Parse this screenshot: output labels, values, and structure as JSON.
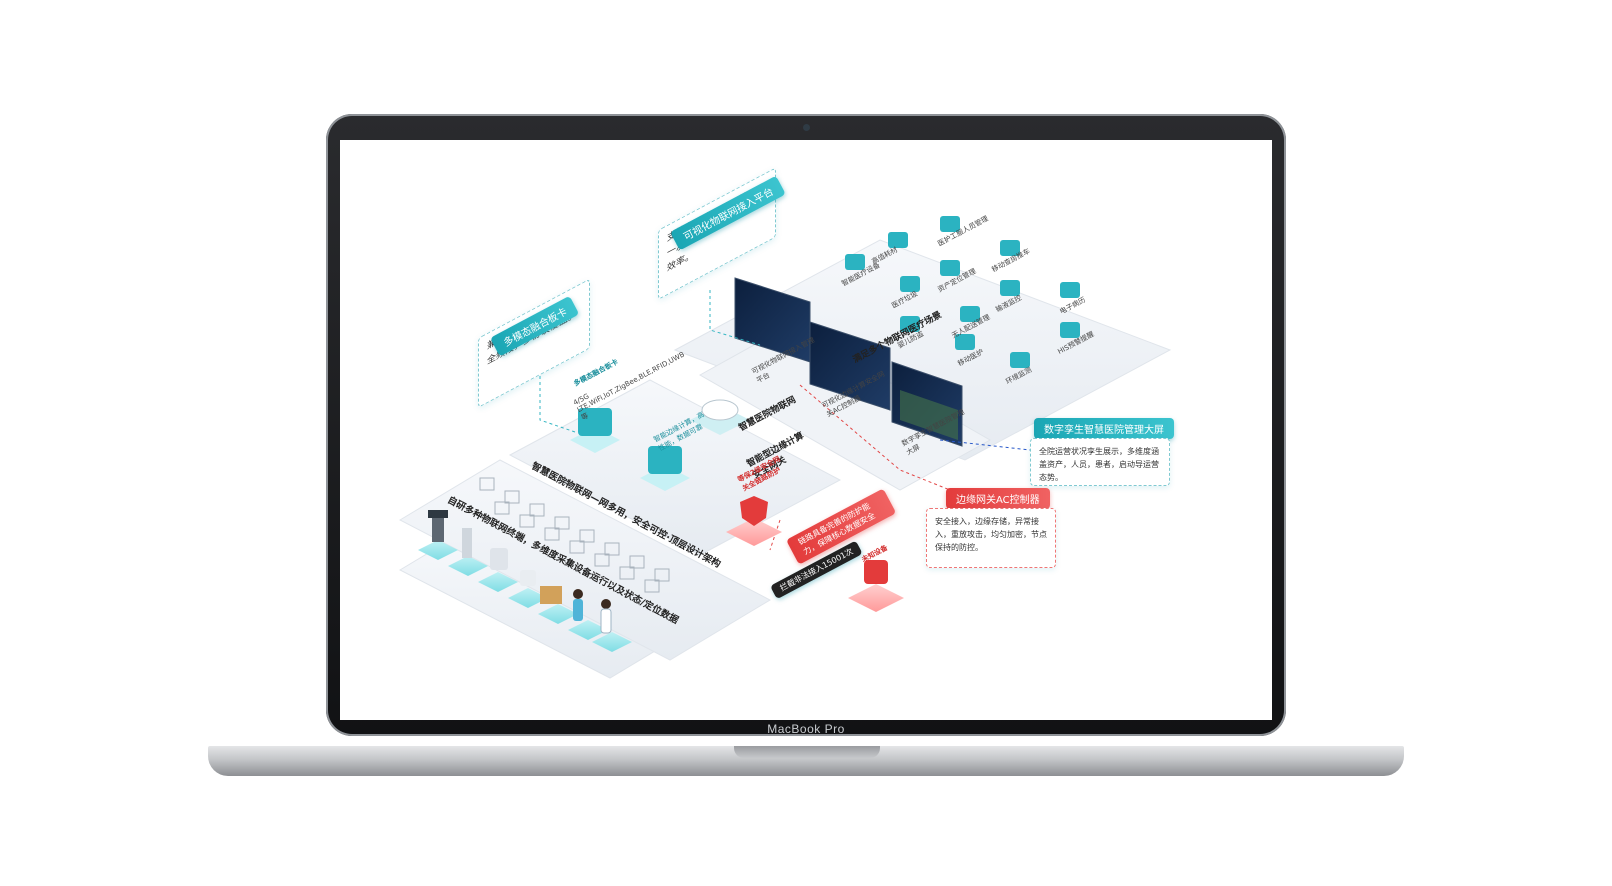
{
  "device": {
    "brand": "MacBook Pro"
  },
  "diagram": {
    "iot_platform": {
      "title": "可视化物联网接入平台",
      "desc": "支持各种应用接入管理，一次建网，提升全院管理效率。",
      "screen_caption": "可视化物联网接入管理平台"
    },
    "multimodal_card": {
      "title": "多模态融合板卡",
      "desc": "兼容第三方终端接入，全频段，多协议覆盖。"
    },
    "module": {
      "name": "多模态融合板卡",
      "spec": "4/5G LTE,WiFi,loT,ZigBee,BLE,RFID,UWB等"
    },
    "edge_compute": {
      "label": "智能边缘计算，高性能，数据可靠"
    },
    "ap_label": "智慧医院物联网",
    "gateway_layer": "智能型边缘计算安全网关",
    "mid_screen_caption": "可视化边缘计算安全网关AC控制器",
    "right_screen_caption": "数字孪生智慧医院管理大屏",
    "app_layer_title": "满足多个物联网医疗场景",
    "apps": [
      "智能医疗设备",
      "高值耗材",
      "医护工服人员管理",
      "移动查房推车",
      "医疗垃圾",
      "资产定位管理",
      "输液监控",
      "无人配送管理",
      "婴儿防盗",
      "环境监测",
      "HIS预警提醒",
      "电子病历",
      "移动医护"
    ],
    "network_row": "智慧医院物联网—网多用，安全可控·顶层设计架构",
    "device_row": "自研多种物联网终端，多维度采集设备运行以及状态/定位数据",
    "twin_card": {
      "title": "数字孪生智慧医院管理大屏",
      "desc": "全院运营状况孪生展示，多维度涵盖资产，人员，患者，启动导运营态势。"
    },
    "ac_card": {
      "title": "边缘网关AC控制器",
      "desc": "安全接入，边缘存储，异常接入，重放攻击，均匀加密，节点保持的防控。"
    },
    "red_shield_label": "等保2级安全网关全链路防护",
    "red_banner": "链路具备完善的防护能力，保障核心数据安全",
    "red_unknown": "未知设备",
    "red_bar": "拦截非法接入15001次"
  }
}
